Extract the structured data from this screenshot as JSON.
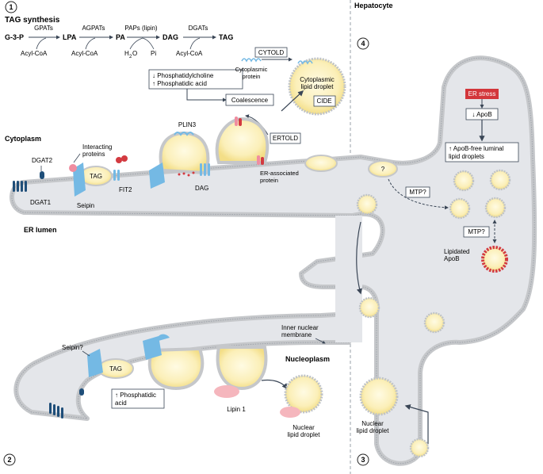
{
  "panels": {
    "p1": "1",
    "p2": "2",
    "p3": "3",
    "p4": "4",
    "hepatocyte": "Hepatocyte"
  },
  "tag_synthesis": {
    "title": "TAG synthesis",
    "g3p": "G-3-P",
    "lpa": "LPA",
    "pa": "PA",
    "dag": "DAG",
    "tag": "TAG",
    "gpats": "GPATs",
    "agpats": "AGPATs",
    "paps": "PAPs (lipin)",
    "dgats": "DGATs",
    "acyl1": "Acyl-CoA",
    "acyl2": "Acyl-CoA",
    "acyl3": "Acyl-CoA",
    "h2o_h": "H",
    "h2o_sub": "2",
    "h2o_o": "O",
    "pi": "Pi"
  },
  "panel1": {
    "phospho_box_l1": "↓ Phosphatidylcholine",
    "phospho_box_l2": "↑ Phosphatidic acid",
    "coalescence": "Coalescence",
    "cytold": "CYTOLD",
    "cyto_protein_l1": "Cytoplasmic",
    "cyto_protein_l2": "protein",
    "cyto_ld_l1": "Cytoplasmic",
    "cyto_ld_l2": "lipid droplet",
    "cide": "CIDE",
    "ertold": "ERTOLD",
    "er_protein_l1": "ER-associated",
    "er_protein_l2": "protein",
    "plin3": "PLIN3",
    "cytoplasm": "Cytoplasm",
    "interacting_l1": "Interacting",
    "interacting_l2": "proteins",
    "dgat2": "DGAT2",
    "dgat1": "DGAT1",
    "tag": "TAG",
    "fit2": "FIT2",
    "seipin": "Seipin",
    "dag": "DAG",
    "er_lumen": "ER lumen"
  },
  "panel4": {
    "er_stress": "ER stress",
    "apob_down": "↓ ApoB",
    "free_ld_l1": "↑ ApoB-free luminal",
    "free_ld_l2": "lipid droplets",
    "question": "?",
    "mtp1": "MTP?",
    "mtp2": "MTP?",
    "lipidated_l1": "Lipidated",
    "lipidated_l2": "ApoB"
  },
  "panel2": {
    "inner_l1": "Inner nuclear",
    "inner_l2": "membrane",
    "nucleoplasm": "Nucleoplasm",
    "seipin_q": "Seipin?",
    "tag": "TAG",
    "pa_box_l1": "↑ Phosphatidic",
    "pa_box_l2": "acid",
    "lipin1": "Lipin 1",
    "nuclear_ld_l1": "Nuclear",
    "nuclear_ld_l2": "lipid droplet"
  },
  "panel3": {
    "nuclear_ld_l1": "Nuclear",
    "nuclear_ld_l2": "lipid droplet"
  },
  "colors": {
    "membrane": "#c5c7ca",
    "lumen": "#e4e6ea",
    "droplet_fill": "#fdf5c8",
    "droplet_core": "#f7e89a",
    "seipin_blue": "#74b9e4",
    "dgat_navy": "#1f4e79",
    "pink": "#f08da0",
    "red": "#d33a40",
    "stress_red": "#d3363b",
    "arrow": "#3a4656"
  }
}
